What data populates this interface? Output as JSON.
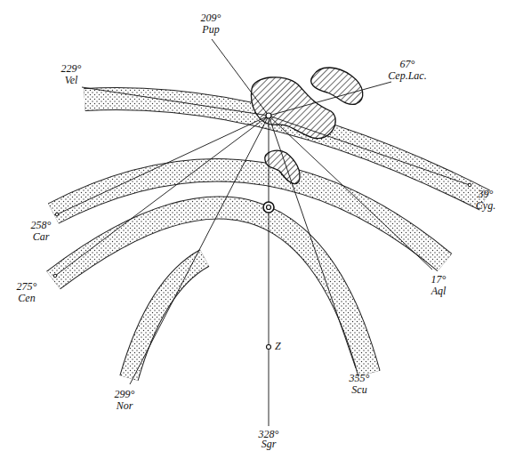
{
  "diagram": {
    "labels": [
      "209°",
      "Pup",
      "229°",
      "Vel",
      "67°",
      "Cep.Lac.",
      "39°",
      "Cyg.",
      "258°",
      "Car",
      "17°",
      "Aql",
      "275°",
      "Cen",
      "355°",
      "Scu",
      "299°",
      "Nor",
      "Z",
      "328°",
      "Sgr"
    ]
  }
}
